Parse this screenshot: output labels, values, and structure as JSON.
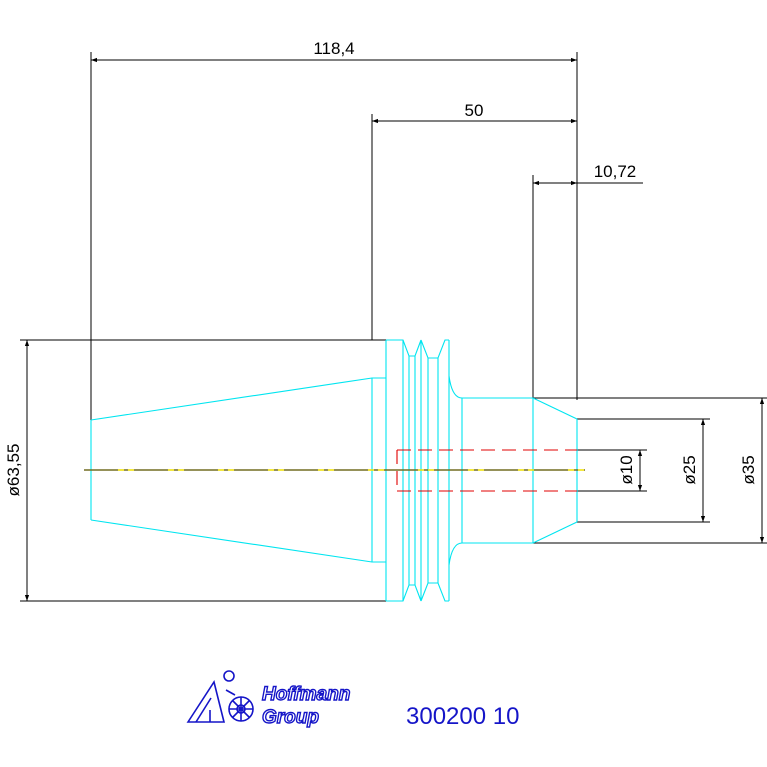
{
  "colors": {
    "dimension": "#000000",
    "outline": "#00e5f0",
    "centerline": "#f0e000",
    "hidden": "#e00000",
    "brand": "#1515c8"
  },
  "dimensions": {
    "overall_length": "118,4",
    "flange_to_end": "50",
    "end_chamfer": "10,72",
    "diameter_flange": "ø63,55",
    "diameter_bore": "ø10",
    "diameter_face": "ø25",
    "diameter_shank": "ø35"
  },
  "title_block": {
    "logo_line1": "Hoffmann",
    "logo_line2": "Group",
    "logo_icon": "hoffmann-group-logo-icon",
    "part_number": "300200 10"
  }
}
